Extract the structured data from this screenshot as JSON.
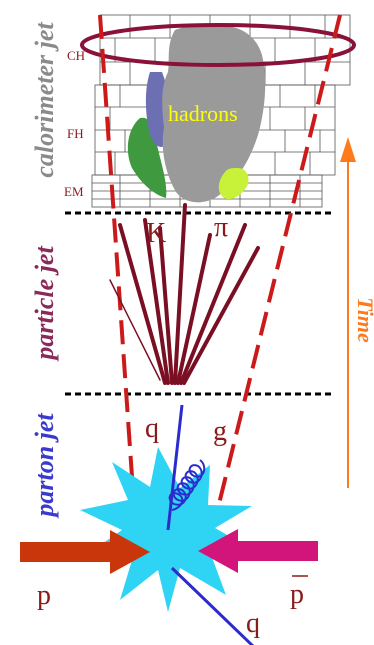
{
  "labels": {
    "calorimeter_jet": "calorimeter jet",
    "particle_jet": "particle jet",
    "parton_jet": "parton jet",
    "time": "Time",
    "ch": "CH",
    "fh": "FH",
    "em": "EM",
    "hadrons": "hadrons",
    "kaon": "K",
    "pion": "π",
    "quark_top": "q",
    "gluon": "g",
    "proton": "p",
    "antiproton": "p",
    "quark_bottom": "q"
  },
  "colors": {
    "jet_cone": "#cc1a1a",
    "particle_tracks": "#7a0f23",
    "ring": "#8a1238",
    "hadron_blob": "#9a9a9a",
    "blue_blob": "#6c6fb2",
    "green_blob": "#3f9a3f",
    "lime_blob": "#c8f23a",
    "collision_star": "#2fd4f4",
    "quark_line": "#2c2ccc",
    "proton_arrow": "#c9360c",
    "antiproton_arrow": "#d2157a",
    "time_arrow": "#ff7a1a",
    "calorimeter_label": "#8a8a8a",
    "particle_label": "#8a2a5a",
    "parton_label": "#3a3acc",
    "red_text": "#8b1a1a"
  }
}
